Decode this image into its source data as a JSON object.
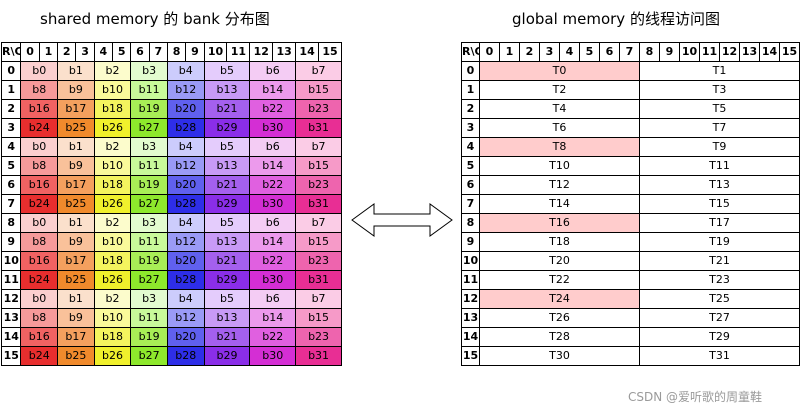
{
  "left_title": "shared memory 的 bank 分布图",
  "right_title": "global memory 的线程访问图",
  "corner_label": "R\\C",
  "col_headers": [
    "0",
    "1",
    "2",
    "3",
    "4",
    "5",
    "6",
    "7",
    "8",
    "9",
    "10",
    "11",
    "12",
    "13",
    "14",
    "15"
  ],
  "row_headers": [
    "0",
    "1",
    "2",
    "3",
    "4",
    "5",
    "6",
    "7",
    "8",
    "9",
    "10",
    "11",
    "12",
    "13",
    "14",
    "15"
  ],
  "bank_labels": [
    "b0",
    "b1",
    "b2",
    "b3",
    "b4",
    "b5",
    "b6",
    "b7",
    "b8",
    "b9",
    "b10",
    "b11",
    "b12",
    "b13",
    "b14",
    "b15",
    "b16",
    "b17",
    "b18",
    "b19",
    "b20",
    "b21",
    "b22",
    "b23",
    "b24",
    "b25",
    "b26",
    "b27",
    "b28",
    "b29",
    "b30",
    "b31"
  ],
  "bank_colors": [
    "#fbcfcf",
    "#fbe0cc",
    "#fcfccc",
    "#e3fccf",
    "#ccccfc",
    "#e4ccfc",
    "#f4ccf4",
    "#fbcce6",
    "#f69a9a",
    "#f9c19a",
    "#fafa9a",
    "#c8f99a",
    "#9a9af6",
    "#c89af6",
    "#ec9aec",
    "#f69ac8",
    "#f06262",
    "#f4a05e",
    "#f4f45e",
    "#a8ee56",
    "#6060ee",
    "#a460ee",
    "#e060e0",
    "#ee64ae",
    "#e82e2e",
    "#f08a2c",
    "#f0f02c",
    "#8ee82c",
    "#2e2ee8",
    "#8a2ee8",
    "#d42ed4",
    "#e82e94"
  ],
  "thread_left": [
    "T0",
    "T2",
    "T4",
    "T6",
    "T8",
    "T10",
    "T12",
    "T14",
    "T16",
    "T18",
    "T20",
    "T22",
    "T24",
    "T26",
    "T28",
    "T30"
  ],
  "thread_right": [
    "T1",
    "T3",
    "T5",
    "T7",
    "T9",
    "T11",
    "T13",
    "T15",
    "T17",
    "T19",
    "T21",
    "T23",
    "T25",
    "T27",
    "T29",
    "T31"
  ],
  "highlight_rows": [
    0,
    4,
    8,
    12
  ],
  "highlight_color": "#ffcccc",
  "watermark": "CSDN @爱听歌的周童鞋"
}
